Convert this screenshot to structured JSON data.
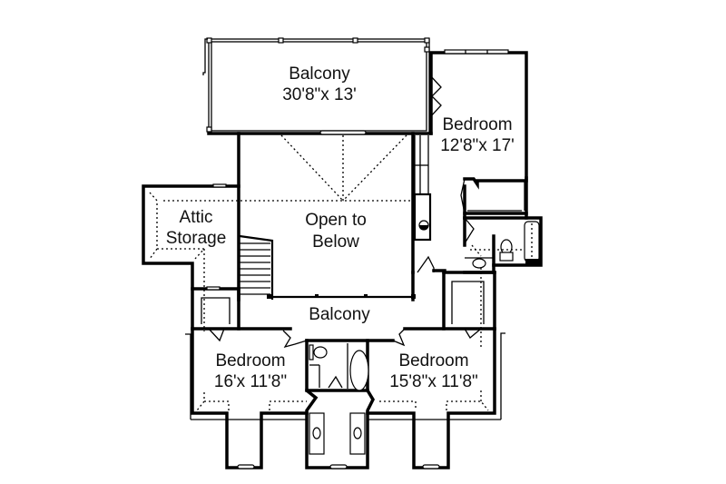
{
  "plan": {
    "type": "floor plan",
    "colors": {
      "line": "#000000",
      "background": "#ffffff"
    },
    "rooms": [
      {
        "id": "balcony-top",
        "name": "Balcony",
        "dimensions": "30'8\"x 13'"
      },
      {
        "id": "bedroom-right",
        "name": "Bedroom",
        "dimensions": "12'8\"x 17'"
      },
      {
        "id": "attic-storage",
        "name": "Attic",
        "name2": "Storage"
      },
      {
        "id": "open-to-below",
        "name": "Open to",
        "name2": "Below"
      },
      {
        "id": "balcony-middle",
        "name": "Balcony"
      },
      {
        "id": "bedroom-left",
        "name": "Bedroom",
        "dimensions": "16'x 11'8\""
      },
      {
        "id": "bedroom-center-right",
        "name": "Bedroom",
        "dimensions": "15'8\"x 11'8\""
      }
    ]
  }
}
